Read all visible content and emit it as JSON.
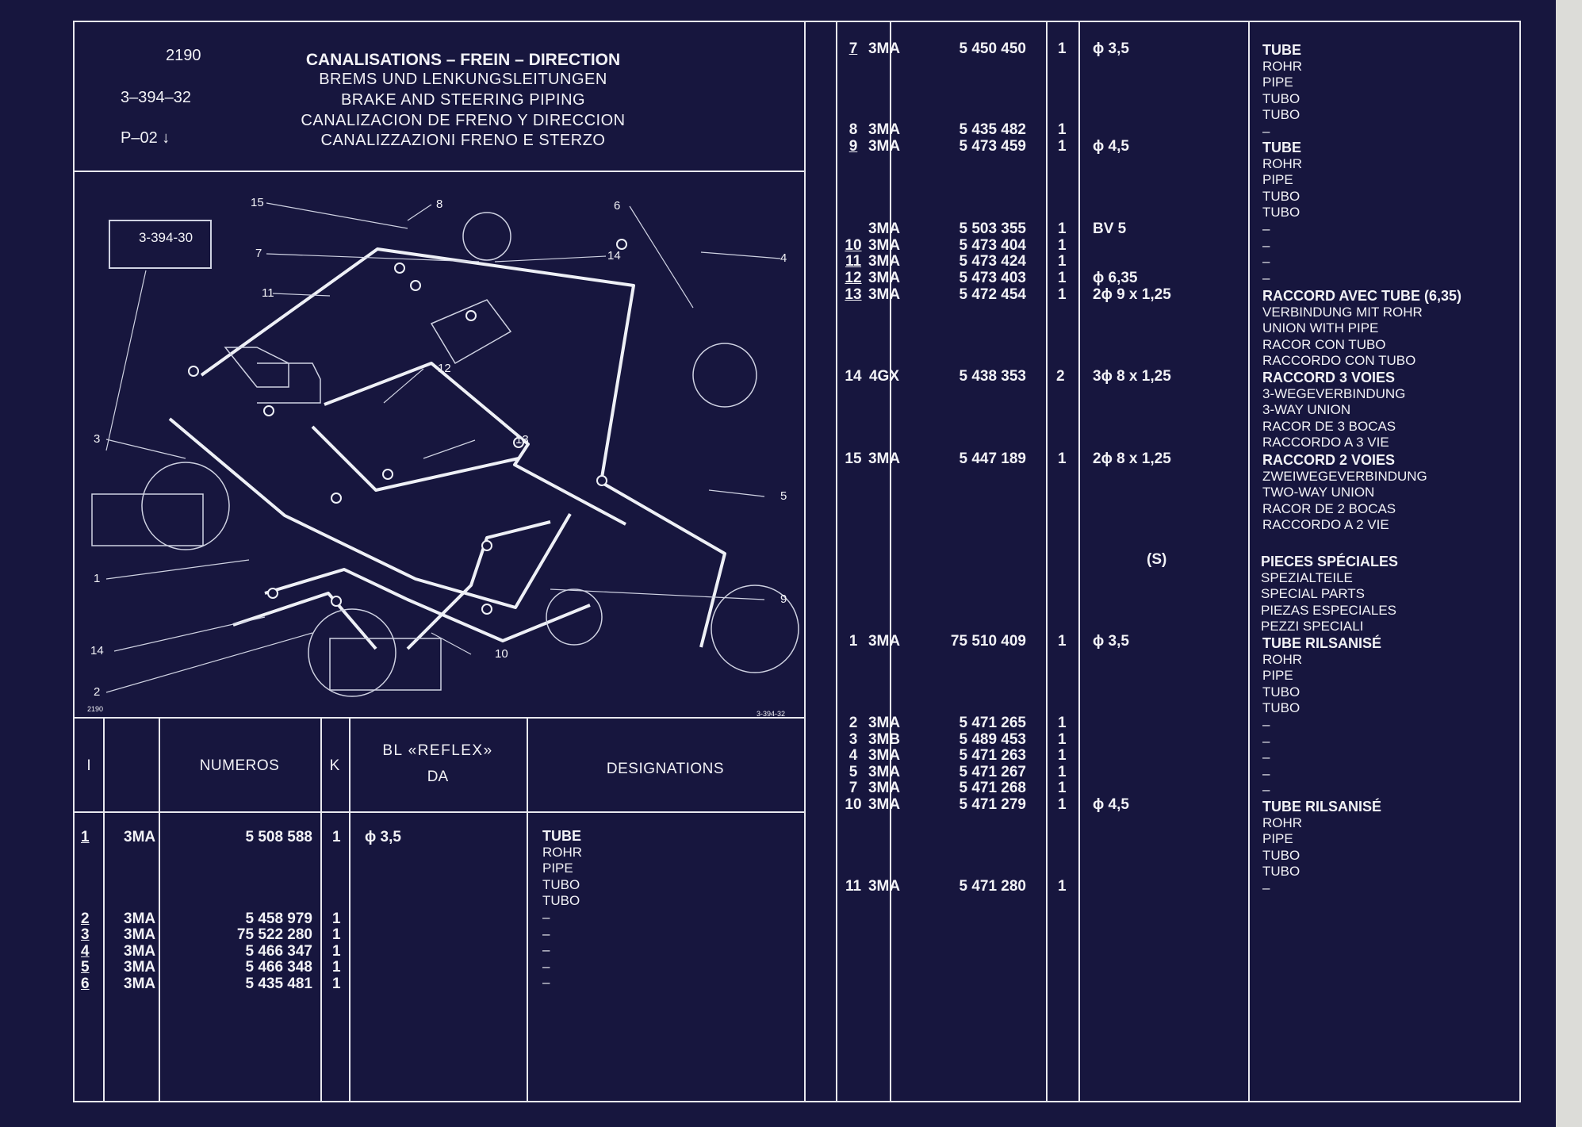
{
  "header": {
    "ref_number": "2190",
    "ref_code": "3–394–32",
    "ref_page": "P–02 ↓",
    "titles": [
      "CANALISATIONS – FREIN – DIRECTION",
      "BREMS UND LENKUNGSLEITUNGEN",
      "BRAKE AND STEERING PIPING",
      "CANALIZACION DE FRENO Y DIRECCION",
      "CANALIZZAZIONI FRENO E STERZO"
    ]
  },
  "diagram": {
    "ref_box": "3-394-30",
    "corner_left": "2190",
    "corner_right": "3-394-32",
    "callouts": {
      "c15": "15",
      "c8": "8",
      "c6": "6",
      "c7": "7",
      "c14a": "14",
      "c4": "4",
      "c11": "11",
      "c12": "12",
      "c3": "3",
      "c13": "13",
      "c5": "5",
      "c1": "1",
      "c9": "9",
      "c14b": "14",
      "c10": "10",
      "c2": "2"
    }
  },
  "table_header": {
    "col_i": "I",
    "col_numeros": "NUMEROS",
    "col_k": "K",
    "col_bl_line1": "BL «REFLEX»",
    "col_bl_line2": "DA",
    "col_designations": "DESIGNATIONS"
  },
  "left_rows": {
    "r1": {
      "item": "1",
      "code": "3MA",
      "num": "5 508 588",
      "k": "1",
      "bl": "ϕ 3,5"
    },
    "r2": {
      "item": "2",
      "code": "3MA",
      "num": "5 458 979",
      "k": "1"
    },
    "r3": {
      "item": "3",
      "code": "3MA",
      "num": "75 522 280",
      "k": "1"
    },
    "r4": {
      "item": "4",
      "code": "3MA",
      "num": "5 466 347",
      "k": "1"
    },
    "r5": {
      "item": "5",
      "code": "3MA",
      "num": "5 466 348",
      "k": "1"
    },
    "r6": {
      "item": "6",
      "code": "3MA",
      "num": "5 435 481",
      "k": "1"
    }
  },
  "left_designation": {
    "lines": [
      "TUBE",
      "ROHR",
      "PIPE",
      "TUBO",
      "TUBO",
      "–",
      "–",
      "–",
      "–",
      "–"
    ]
  },
  "right_rows": {
    "r7": {
      "item": "7",
      "code": "3MA",
      "num": "5 450 450",
      "k": "1",
      "bl": "ϕ 3,5"
    },
    "r8": {
      "item": "8",
      "code": "3MA",
      "num": "5 435 482",
      "k": "1"
    },
    "r9": {
      "item": "9",
      "code": "3MA",
      "num": "5 473 459",
      "k": "1",
      "bl": "ϕ 4,5"
    },
    "rbv": {
      "item": "",
      "code": "3MA",
      "num": "5 503 355",
      "k": "1",
      "bl": "BV 5"
    },
    "r10": {
      "item": "10",
      "code": "3MA",
      "num": "5 473 404",
      "k": "1"
    },
    "r11": {
      "item": "11",
      "code": "3MA",
      "num": "5 473 424",
      "k": "1"
    },
    "r12": {
      "item": "12",
      "code": "3MA",
      "num": "5 473 403",
      "k": "1",
      "bl": "ϕ 6,35"
    },
    "r13": {
      "item": "13",
      "code": "3MA",
      "num": "5 472 454",
      "k": "1",
      "bl": "2ϕ 9 x 1,25"
    },
    "r14": {
      "item": "14",
      "code": "4GX",
      "num": "5 438 353",
      "k": "2",
      "bl": "3ϕ 8 x 1,25"
    },
    "r15": {
      "item": "15",
      "code": "3MA",
      "num": "5 447 189",
      "k": "1",
      "bl": "2ϕ 8 x 1,25"
    },
    "s_marker": "(S)",
    "s1": {
      "item": "1",
      "code": "3MA",
      "num": "75 510 409",
      "k": "1",
      "bl": "ϕ 3,5"
    },
    "s2": {
      "item": "2",
      "code": "3MA",
      "num": "5 471 265",
      "k": "1"
    },
    "s3": {
      "item": "3",
      "code": "3MB",
      "num": "5 489 453",
      "k": "1"
    },
    "s4": {
      "item": "4",
      "code": "3MA",
      "num": "5 471 263",
      "k": "1"
    },
    "s5": {
      "item": "5",
      "code": "3MA",
      "num": "5 471 267",
      "k": "1"
    },
    "s7": {
      "item": "7",
      "code": "3MA",
      "num": "5 471 268",
      "k": "1"
    },
    "s10": {
      "item": "10",
      "code": "3MA",
      "num": "5 471 279",
      "k": "1",
      "bl": "ϕ 4,5"
    },
    "s11": {
      "item": "11",
      "code": "3MA",
      "num": "5 471 280",
      "k": "1"
    }
  },
  "right_designations": {
    "d7": [
      "TUBE",
      "ROHR",
      "PIPE",
      "TUBO",
      "TUBO",
      "–"
    ],
    "d9": [
      "TUBE",
      "ROHR",
      "PIPE",
      "TUBO",
      "TUBO",
      "–",
      "–",
      "–",
      "–"
    ],
    "d13": [
      "RACCORD AVEC TUBE (6,35)",
      "VERBINDUNG MIT ROHR",
      "UNION WITH PIPE",
      "RACOR CON TUBO",
      "RACCORDO CON TUBO"
    ],
    "d14": [
      "RACCORD 3 VOIES",
      "3-WEGEVERBINDUNG",
      "3-WAY UNION",
      "RACOR DE 3 BOCAS",
      "RACCORDO A 3 VIE"
    ],
    "d15": [
      "RACCORD 2 VOIES",
      "ZWEIWEGEVERBINDUNG",
      "TWO-WAY UNION",
      "RACOR DE 2 BOCAS",
      "RACCORDO A 2 VIE"
    ],
    "ds": [
      "PIECES SPÉCIALES",
      "SPEZIALTEILE",
      "SPECIAL PARTS",
      "PIEZAS ESPECIALES",
      "PEZZI SPECIALI"
    ],
    "ds1": [
      "TUBE RILSANISÉ",
      "ROHR",
      "PIPE",
      "TUBO",
      "TUBO",
      "–",
      "–",
      "–",
      "–",
      "–"
    ],
    "ds10": [
      "TUBE RILSANISÉ",
      "ROHR",
      "PIPE",
      "TUBO",
      "TUBO",
      "–"
    ]
  }
}
